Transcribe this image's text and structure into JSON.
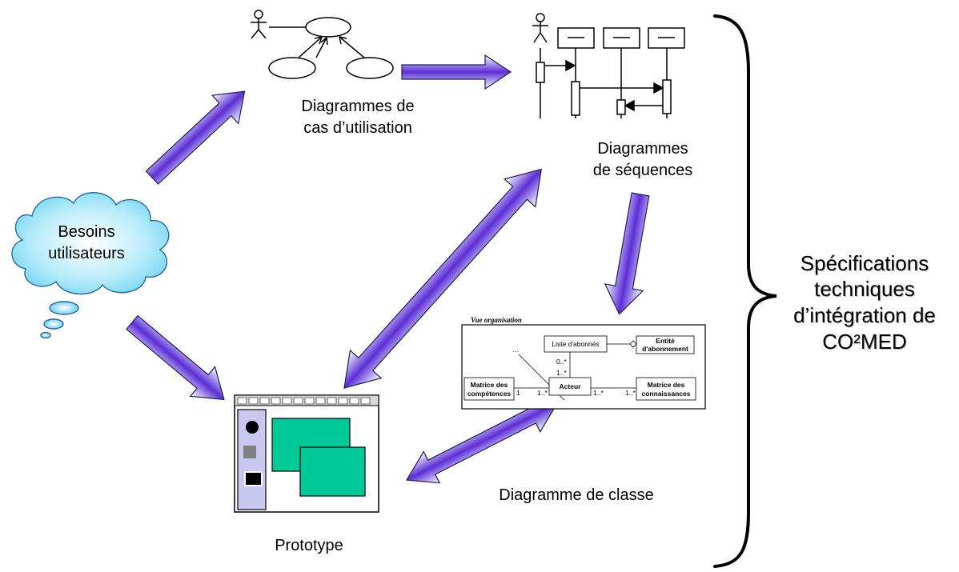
{
  "labels": {
    "use_case": [
      "Diagrammes de",
      "cas d’utilisation"
    ],
    "sequence": [
      "Diagrammes",
      "de séquences"
    ],
    "needs": [
      "Besoins",
      "utilisateurs"
    ],
    "prototype": "Prototype",
    "class_diagram": "Diagramme de classe",
    "specs": [
      "Spécifications",
      "techniques",
      "d’intégration de",
      "CO²MED"
    ]
  },
  "class_box": {
    "title": "Vue organisation",
    "ellipsis": "…",
    "liste": "Liste d'abonnés",
    "entite": [
      "Entité",
      "d'abonnement"
    ],
    "acteur": "Acteur",
    "competences": [
      "Matrice des",
      "compétences"
    ],
    "connaissances": [
      "Matrice des",
      "connaissances"
    ],
    "mult_liste": "0..*",
    "mult_acteur_top": "1..*",
    "mult_left_1": "1",
    "mult_left_2": "1..*",
    "mult_right_1": "1..*",
    "mult_right_2": "1..*"
  },
  "colors": {
    "arrow_glow": "#5a2fd6",
    "arrow_edge": "#1e1e5a",
    "cloud_fill": "#9be0f5",
    "green_window": "#00c896",
    "sidebar_fill": "#c8c8f0"
  }
}
